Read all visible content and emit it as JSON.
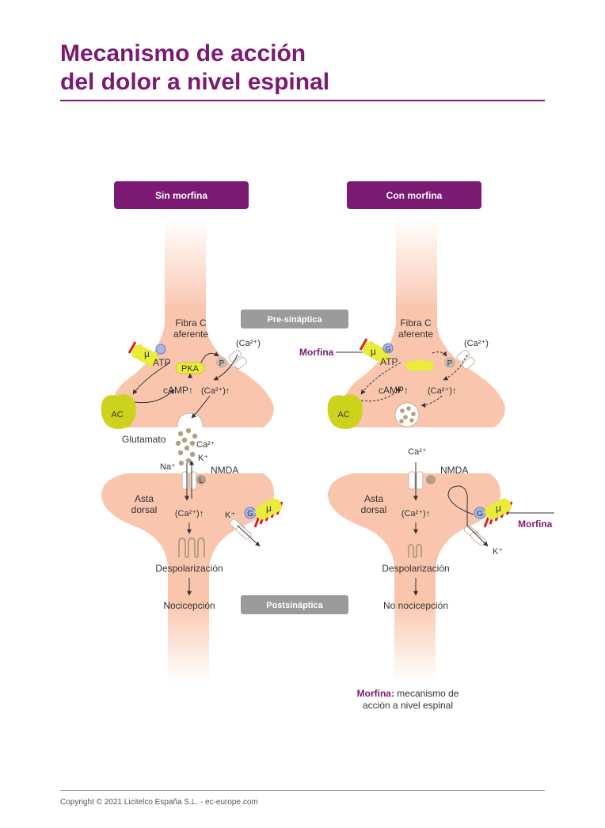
{
  "title": {
    "line1": "Mecanismo de acción",
    "line2": "del dolor a nivel espinal"
  },
  "headers": {
    "left": "Sin morfina",
    "right": "Con morfina",
    "pre": "Pre-sináptica",
    "post": "Postsináptica"
  },
  "left": {
    "fibra1": "Fibra C",
    "fibra2": "aferente",
    "mu": "μ",
    "atp": "ATP",
    "pka": "PKA",
    "p": "P",
    "ca_top": "(Ca²⁺)",
    "camp": "cAMP↑",
    "ca_up": "(Ca²⁺)↑",
    "ac": "AC",
    "glutamato": "Glutamato",
    "ca2": "Ca²⁺",
    "na": "Na⁺",
    "k_up": "K⁺",
    "nmda": "NMDA",
    "l": "L",
    "asta1": "Asta",
    "asta2": "dorsal",
    "ca_post": "(Ca²⁺)↑",
    "k_post": "K⁺",
    "g": "G",
    "mu_post": "μ",
    "despol": "Despolarización",
    "noci": "Nocicepción"
  },
  "right": {
    "fibra1": "Fibra C",
    "fibra2": "aferente",
    "morfina_pre": "Morfina",
    "mu": "μ",
    "g": "G",
    "atp": "ATP",
    "p": "P",
    "ca_top": "(Ca²⁺)",
    "camp": "cAMP↑",
    "ca_up": "(Ca²⁺)↑",
    "ac": "AC",
    "ca2": "Ca²⁺",
    "nmda": "NMDA",
    "asta1": "Asta",
    "asta2": "dorsal",
    "ca_post": "(Ca²⁺)↑",
    "g_post": "G",
    "mu_post": "μ",
    "morfina_post": "Morfina",
    "k_post": "K⁺",
    "despol": "Despolarización",
    "noci": "No nocicepción"
  },
  "caption": {
    "bold": "Morfina:",
    "line1": " mecanismo de",
    "line2": "acción a nivel espinal"
  },
  "copyright": "Copyright © 2021 Licitelco España S.L. - ec-europe.com",
  "colors": {
    "purple": "#7b1a73",
    "neuron": "#f9c5ad",
    "receptor": "#e9ec3a",
    "gray_label": "#9b9b9b"
  }
}
